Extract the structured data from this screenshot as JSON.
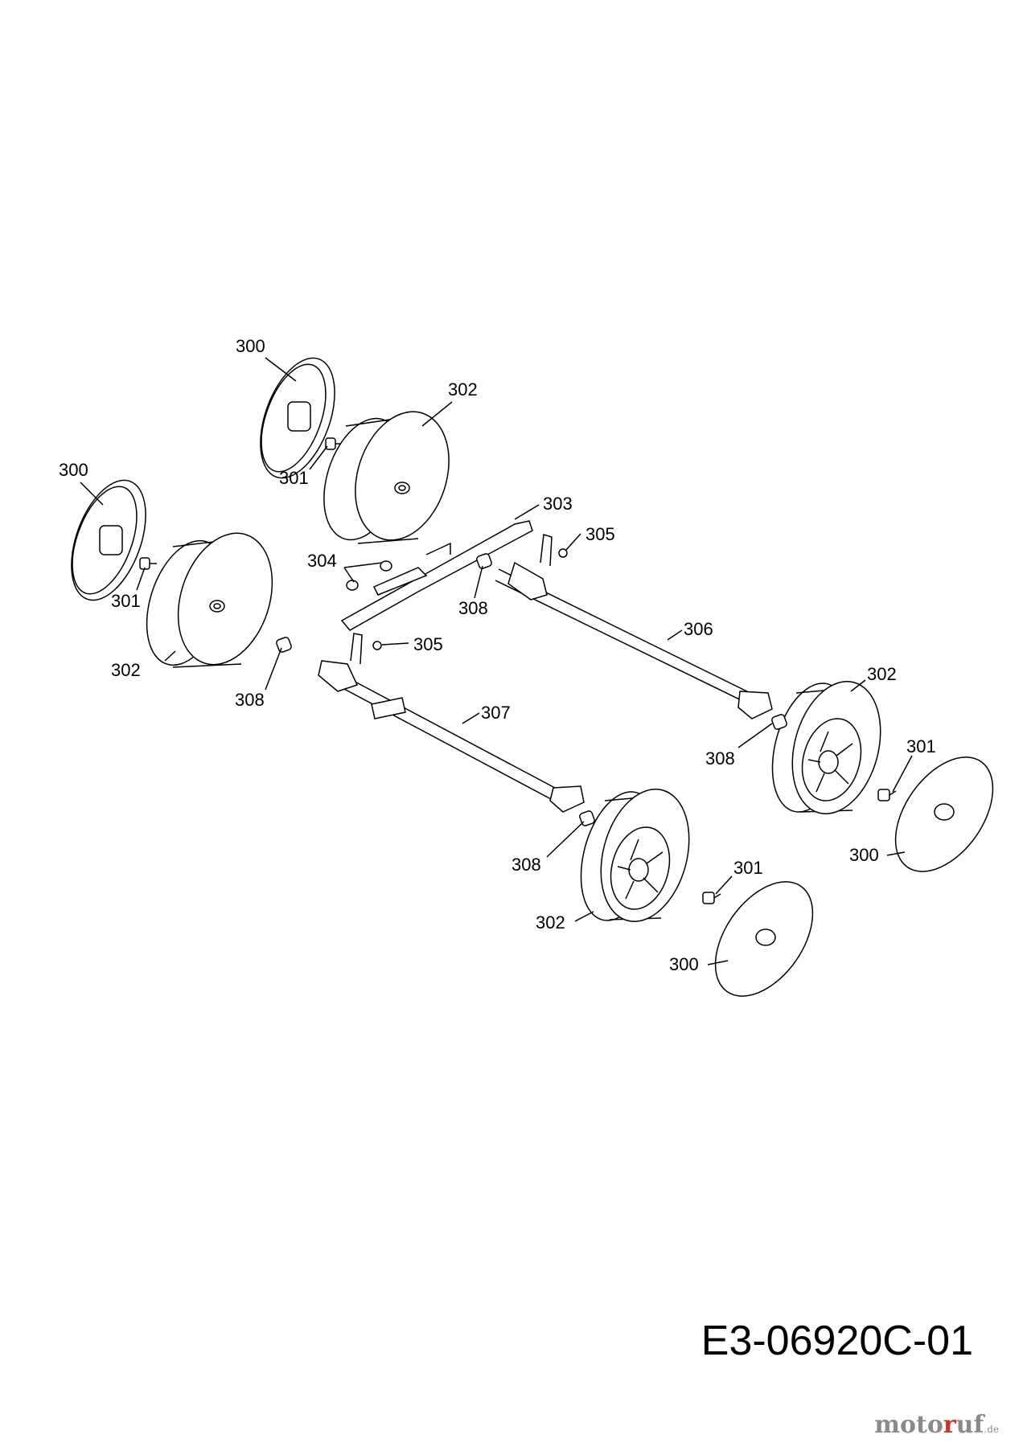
{
  "drawing_number": "E3-06920C-01",
  "watermark": {
    "text_a": "moto",
    "text_r": "r",
    "text_b": "uf",
    "suffix": ".de"
  },
  "callouts": {
    "c300_top": "300",
    "c302_top": "302",
    "c301_top": "301",
    "c300_left": "300",
    "c301_left": "301",
    "c302_left": "302",
    "c308_left": "308",
    "c303": "303",
    "c304": "304",
    "c305_top": "305",
    "c308_mid": "308",
    "c305_mid": "305",
    "c306": "306",
    "c307": "307",
    "c302_right": "302",
    "c308_right": "308",
    "c301_right": "301",
    "c300_right": "300",
    "c308_bottom": "308",
    "c302_bottom": "302",
    "c301_bottom": "301",
    "c300_bottom": "300"
  }
}
